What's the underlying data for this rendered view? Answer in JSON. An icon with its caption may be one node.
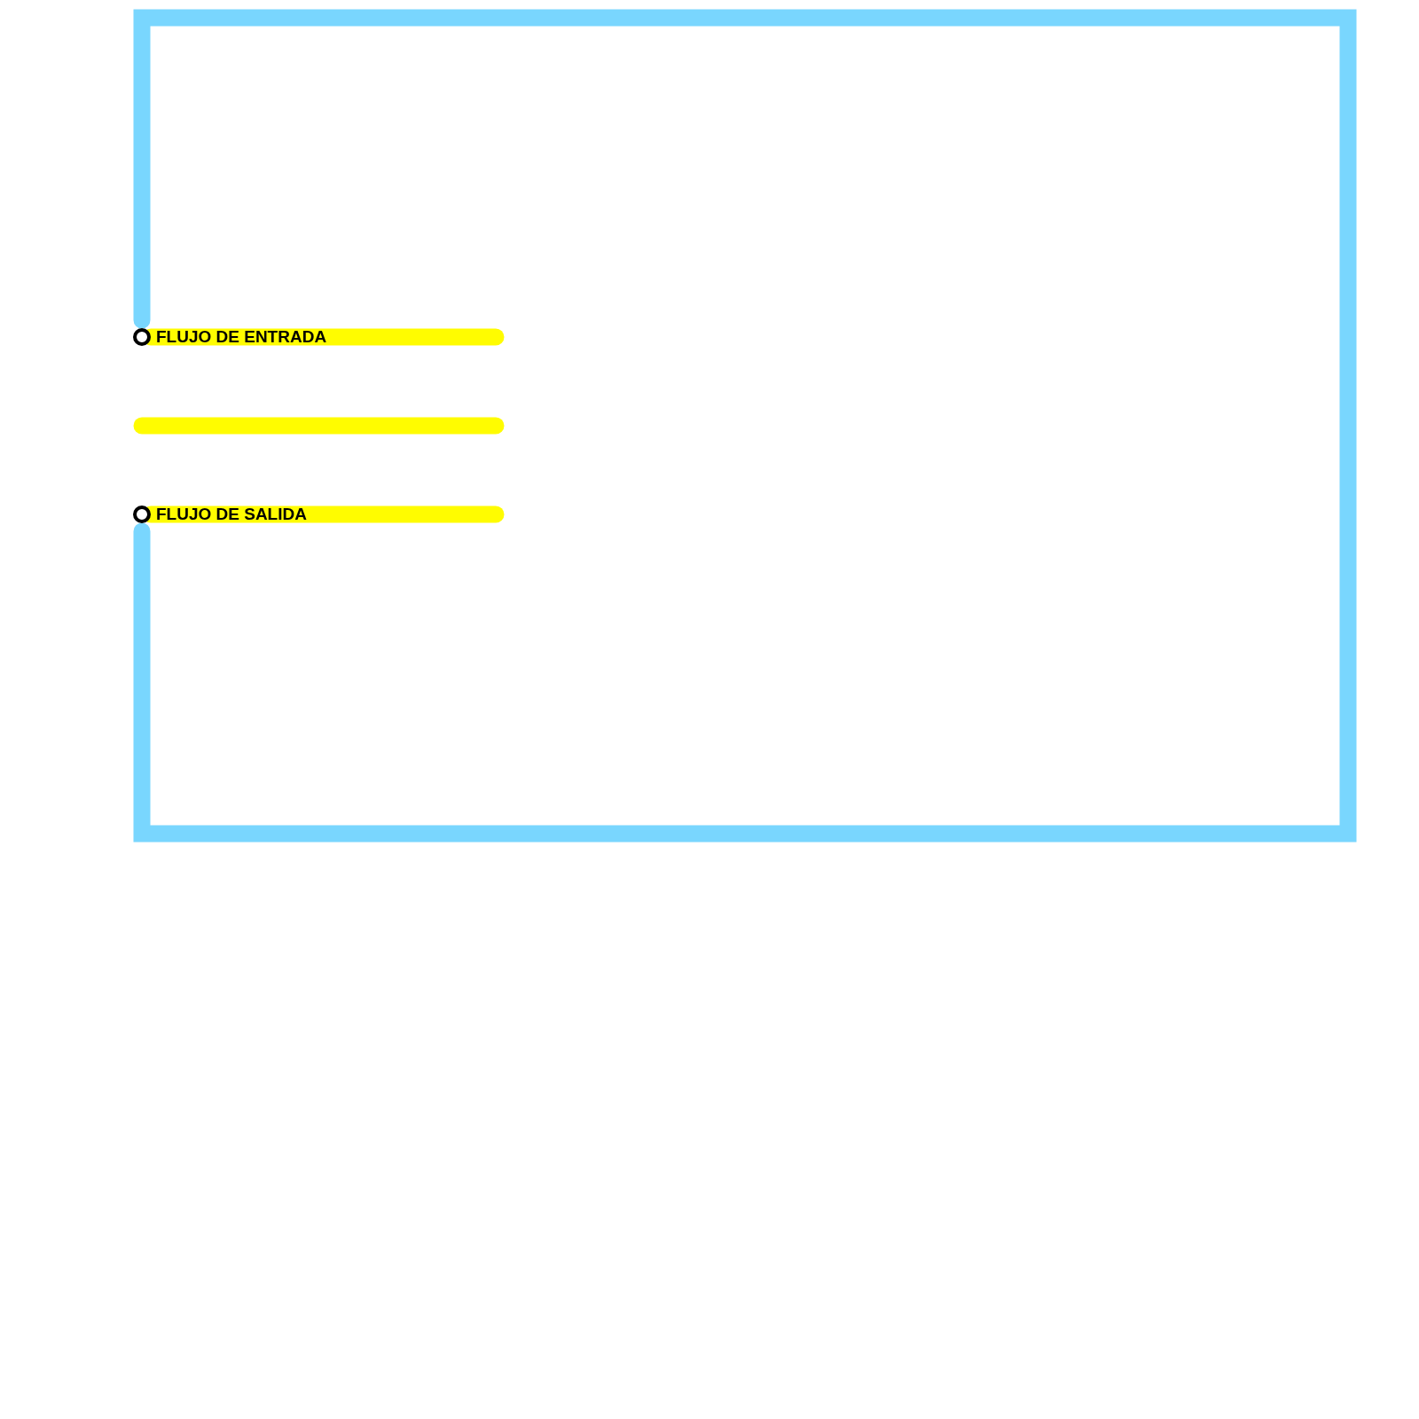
{
  "diagram": {
    "nodes": [
      {
        "text": [
          "FLUJO DE ENTRADA"
        ]
      },
      {
        "text": [
          "FLUJO DE SALIDA"
        ]
      }
    ],
    "edges": [
      {
        "from": 0,
        "to": 1,
        "arrow": "none",
        "color": "#79d6fe"
      },
      {
        "from": 0,
        "to": null,
        "arrow": "none",
        "color": "#fffc00"
      },
      {
        "from": 1,
        "to": null,
        "arrow": "none",
        "color": "#fffc00"
      }
    ]
  }
}
